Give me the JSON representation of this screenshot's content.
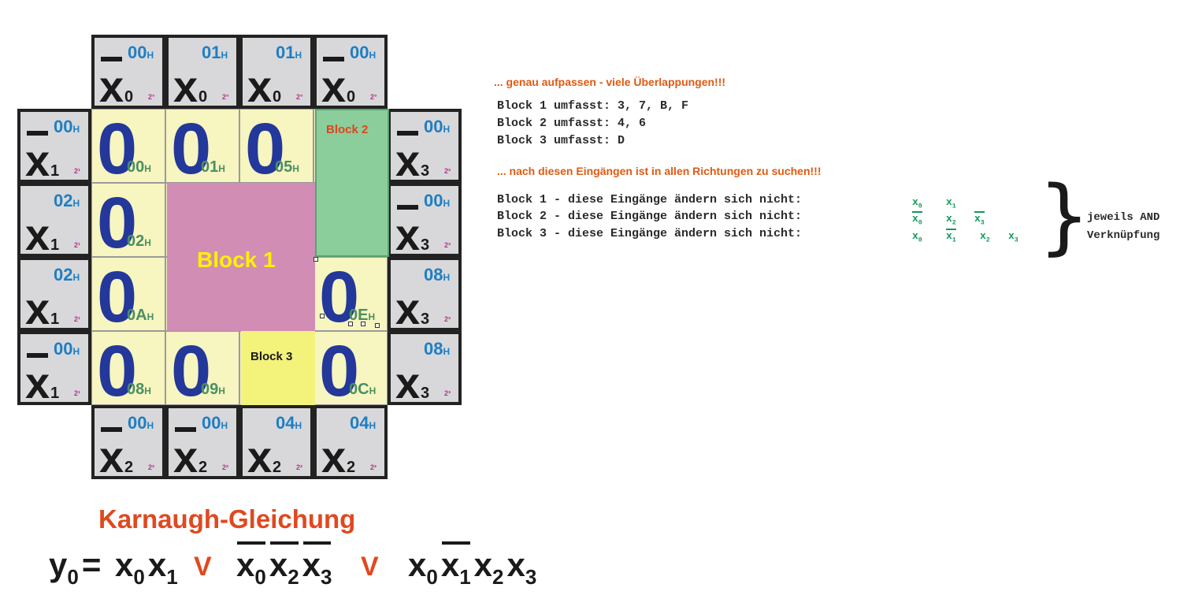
{
  "kmap": {
    "top_labels": [
      {
        "var": "x",
        "sub": "0",
        "neg": true,
        "hex": "00",
        "pw": "2°"
      },
      {
        "var": "x",
        "sub": "0",
        "neg": false,
        "hex": "01",
        "pw": "2°"
      },
      {
        "var": "x",
        "sub": "0",
        "neg": false,
        "hex": "01",
        "pw": "2°"
      },
      {
        "var": "x",
        "sub": "0",
        "neg": true,
        "hex": "00",
        "pw": "2°"
      }
    ],
    "left_labels": [
      {
        "var": "x",
        "sub": "1",
        "neg": true,
        "hex": "00",
        "pw": "2¹"
      },
      {
        "var": "x",
        "sub": "1",
        "neg": false,
        "hex": "02",
        "pw": "2¹"
      },
      {
        "var": "x",
        "sub": "1",
        "neg": false,
        "hex": "02",
        "pw": "2¹"
      },
      {
        "var": "x",
        "sub": "1",
        "neg": true,
        "hex": "00",
        "pw": "2¹"
      }
    ],
    "right_labels": [
      {
        "var": "x",
        "sub": "3",
        "neg": true,
        "hex": "00",
        "pw": "2³"
      },
      {
        "var": "x",
        "sub": "3",
        "neg": true,
        "hex": "00",
        "pw": "2³"
      },
      {
        "var": "x",
        "sub": "3",
        "neg": false,
        "hex": "08",
        "pw": "2³"
      },
      {
        "var": "x",
        "sub": "3",
        "neg": false,
        "hex": "08",
        "pw": "2³"
      }
    ],
    "bottom_labels": [
      {
        "var": "x",
        "sub": "2",
        "neg": true,
        "hex": "00",
        "pw": "2²"
      },
      {
        "var": "x",
        "sub": "2",
        "neg": true,
        "hex": "00",
        "pw": "2²"
      },
      {
        "var": "x",
        "sub": "2",
        "neg": false,
        "hex": "04",
        "pw": "2²"
      },
      {
        "var": "x",
        "sub": "2",
        "neg": false,
        "hex": "04",
        "pw": "2²"
      }
    ],
    "hex_suffix": "H",
    "cells": [
      [
        {
          "value": "0",
          "hex": "00"
        },
        {
          "value": "0",
          "hex": "01"
        },
        {
          "value": "0",
          "hex": "05"
        },
        null
      ],
      [
        {
          "value": "0",
          "hex": "02"
        },
        null,
        null,
        null
      ],
      [
        {
          "value": "0",
          "hex": "0A"
        },
        null,
        null,
        {
          "value": "0",
          "hex": "0E"
        }
      ],
      [
        {
          "value": "0",
          "hex": "08"
        },
        {
          "value": "0",
          "hex": "09"
        },
        null,
        {
          "value": "0",
          "hex": "0C"
        }
      ]
    ],
    "blocks": [
      {
        "label": "Block 1",
        "color": "#d28db5",
        "text_color": "#fff200"
      },
      {
        "label": "Block 2",
        "color": "#8ccd9c",
        "text_color": "#e0441c"
      },
      {
        "label": "Block 3",
        "color": "#f3f27a",
        "text_color": "#1a1a1a"
      }
    ]
  },
  "notes": {
    "warning": "... genau aufpassen - viele Überlappungen!!!",
    "block_lines": [
      "Block 1 umfasst: 3, 7, B, F",
      "Block 2 umfasst: 4, 6",
      "Block 3 umfasst: D"
    ],
    "search_hint": "... nach diesen Eingängen ist in allen Richtungen zu suchen!!!",
    "input_lines": [
      "Block 1 - diese Eingänge ändern sich nicht:",
      "Block 2 - diese Eingänge ändern sich nicht:",
      "Block 3 - diese Eingänge ändern sich nicht:"
    ],
    "input_terms": [
      [
        {
          "v": "x",
          "s": "0",
          "neg": false
        },
        {
          "v": "x",
          "s": "1",
          "neg": false
        }
      ],
      [
        {
          "v": "x",
          "s": "0",
          "neg": true
        },
        {
          "v": "x",
          "s": "2",
          "neg": false
        },
        {
          "v": "x",
          "s": "3",
          "neg": true
        }
      ],
      [
        {
          "v": "x",
          "s": "0",
          "neg": false
        },
        {
          "v": "x",
          "s": "1",
          "neg": true
        },
        {
          "v": "x",
          "s": "2",
          "neg": false
        },
        {
          "v": "x",
          "s": "3",
          "neg": false
        }
      ]
    ],
    "brace": "}",
    "brace_text": [
      "jeweils AND",
      "Verknüpfung"
    ]
  },
  "equation": {
    "title": "Karnaugh-Gleichung",
    "lhs": "y",
    "lhs_sub": "0",
    "assign": "=",
    "or_symbol": "V",
    "terms": [
      [
        {
          "v": "x",
          "s": "0",
          "neg": false
        },
        {
          "v": "x",
          "s": "1",
          "neg": false
        }
      ],
      [
        {
          "v": "x",
          "s": "0",
          "neg": true
        },
        {
          "v": "x",
          "s": "2",
          "neg": true
        },
        {
          "v": "x",
          "s": "3",
          "neg": true
        }
      ],
      [
        {
          "v": "x",
          "s": "0",
          "neg": false
        },
        {
          "v": "x",
          "s": "1",
          "neg": true
        },
        {
          "v": "x",
          "s": "2",
          "neg": false
        },
        {
          "v": "x",
          "s": "3",
          "neg": false
        }
      ]
    ]
  }
}
